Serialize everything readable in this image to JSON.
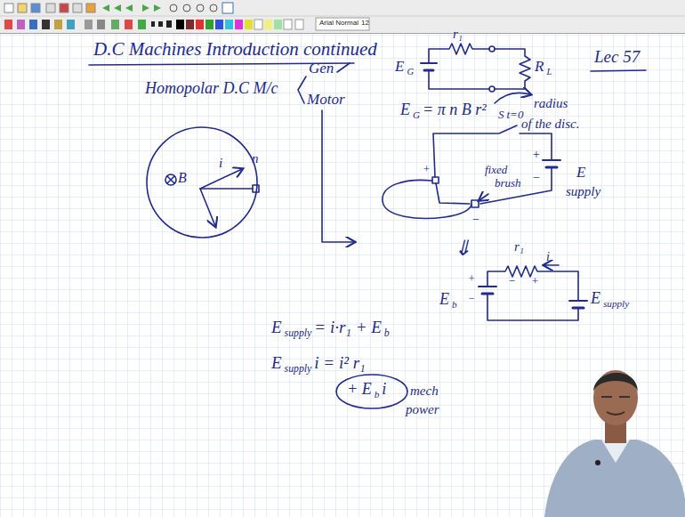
{
  "diagram": {
    "title": "D.C Machines Introduction continued",
    "labels": [
      "Lec 57",
      "Homopolar D.C M/c",
      "Gen",
      "Motor",
      "r₁",
      "E",
      "G",
      "R",
      "L",
      "E",
      "G",
      "= π n B r²",
      "radius",
      "of the disc.",
      "B",
      "i",
      "n",
      "+",
      "S",
      "t=0",
      "+",
      "−",
      "E",
      "supply",
      "fixed",
      "brush",
      "−",
      "⇓",
      "r₁",
      "i",
      "−",
      "+",
      "E",
      "b",
      "+",
      "−",
      "E",
      "supply",
      "E",
      "supply",
      "= i·r₁ + E",
      "b",
      "E",
      "supply",
      "i = i² r₁",
      "+ E",
      "b",
      "i",
      "mech",
      "power",
      "Arial Normal",
      "12"
    ]
  }
}
